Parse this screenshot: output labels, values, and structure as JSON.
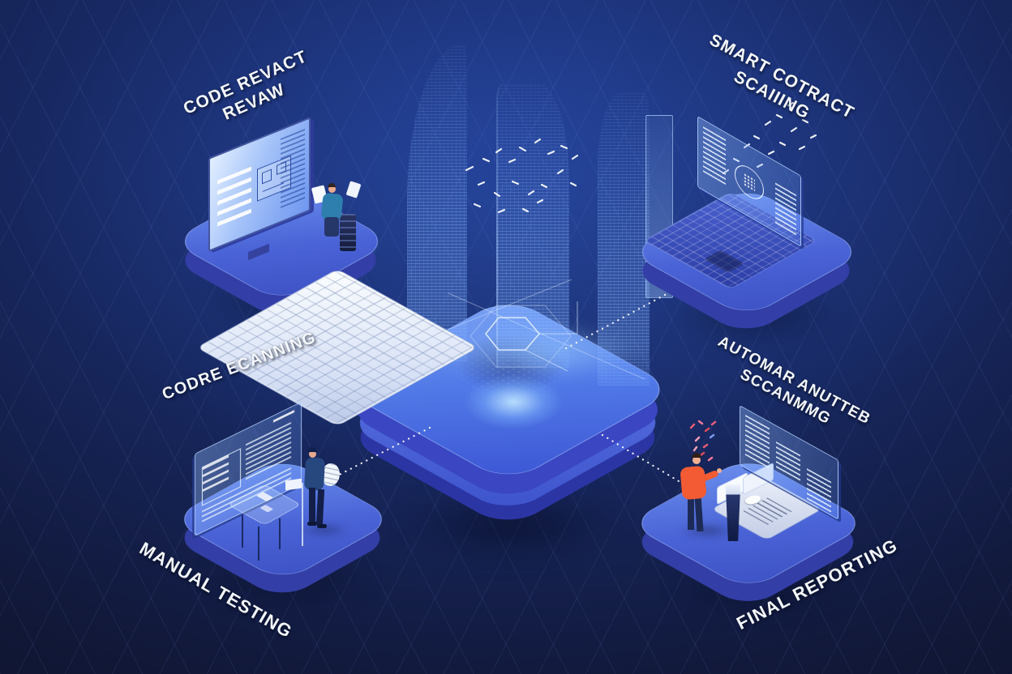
{
  "labels": {
    "top_left": {
      "line1": "CODE REVACT",
      "line2": "REVAW"
    },
    "top_right": {
      "line1": "SMART COTRACT",
      "line2": "SCAIIING"
    },
    "mid_left": {
      "line1": "CODRE ECANNING"
    },
    "mid_right": {
      "line1": "AUTOMAR ANUTTEB",
      "line2": "SCCANMMG"
    },
    "bottom_left": {
      "line1": "MANUAL TESTING"
    },
    "bottom_right": {
      "line1": "FINAL REPORTING"
    }
  },
  "colors": {
    "label": "#f5f8ff",
    "connector": "#ffffff",
    "accent-orange": "#f25b33",
    "platform-top": "#6b90ee",
    "platform-side": "#3642bb",
    "hologram": "#8fb4ff",
    "glow": "#b9e1ff",
    "bg-top": "#1d3583",
    "bg-edge": "#0e1226"
  }
}
